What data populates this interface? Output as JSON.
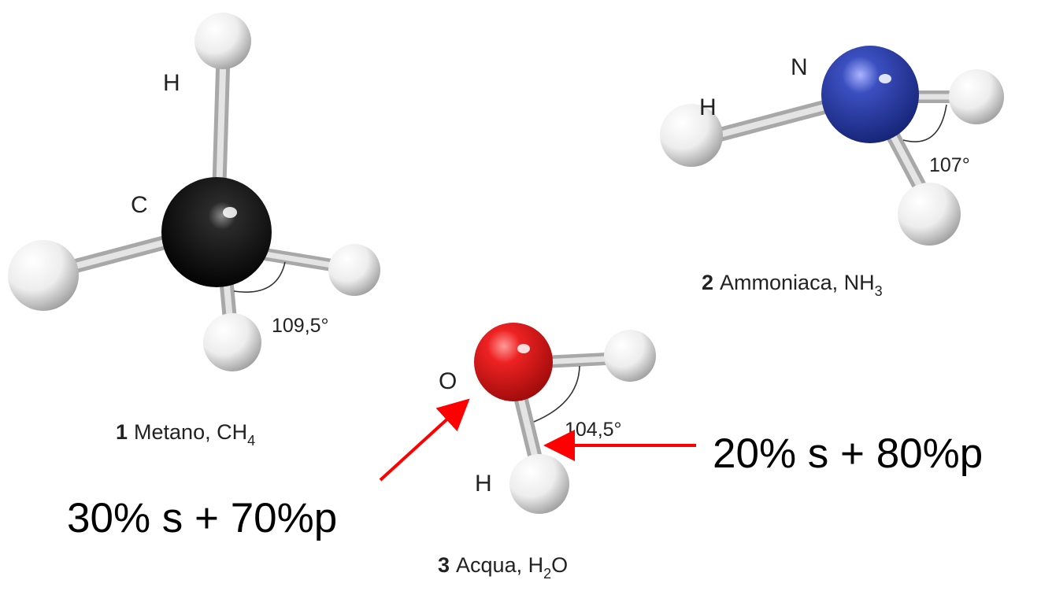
{
  "molecules": {
    "methane": {
      "atoms": {
        "center": "C",
        "hydrogen": "H"
      },
      "angle": "109,5°",
      "caption": {
        "number": "1",
        "text": "Metano, CH",
        "sub": "4"
      }
    },
    "ammonia": {
      "atoms": {
        "center": "N",
        "hydrogen": "H"
      },
      "angle": "107°",
      "caption": {
        "number": "2",
        "text": "Ammoniaca, NH",
        "sub": "3"
      }
    },
    "water": {
      "atoms": {
        "center": "O",
        "hydrogen": "H"
      },
      "angle": "104,5°",
      "caption": {
        "number": "3",
        "text": "Acqua, H",
        "sub": "2",
        "tail": "O"
      }
    }
  },
  "annotations": {
    "left": "30% s + 70%p",
    "right": "20% s + 80%p"
  },
  "colors": {
    "carbon": "#111111",
    "nitrogen": "#2d3f9e",
    "oxygen": "#e0181b",
    "hydrogen": "#e6e6e6",
    "bond": "#c9c9c9",
    "arrow": "#ff0000"
  }
}
